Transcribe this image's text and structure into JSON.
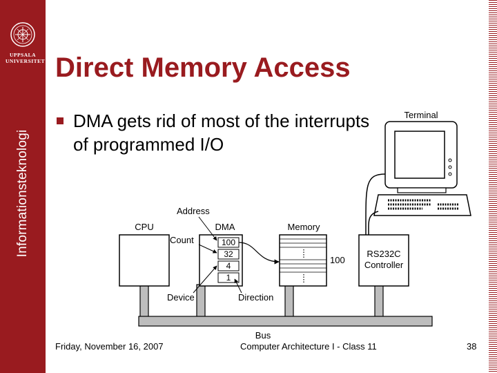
{
  "sidebar": {
    "logo_line1": "UPPSALA",
    "logo_line2": "UNIVERSITET",
    "department": "Informationsteknologi"
  },
  "slide": {
    "title": "Direct Memory Access",
    "bullets": [
      "DMA gets rid of most of the interrupts of programmed I/O"
    ]
  },
  "diagram": {
    "terminal_label": "Terminal",
    "cpu_label": "CPU",
    "dma_label": "DMA",
    "memory_label": "Memory",
    "address_label": "Address",
    "count_label": "Count",
    "device_label": "Device",
    "direction_label": "Direction",
    "bus_label": "Bus",
    "dma_registers": [
      "100",
      "32",
      "4",
      "1"
    ],
    "memory_value": "100",
    "controller_line1": "RS232C",
    "controller_line2": "Controller"
  },
  "footer": {
    "date": "Friday, November 16, 2007",
    "course": "Computer Architecture I - Class 11",
    "page": "38"
  },
  "colors": {
    "accent": "#991b1f",
    "bus_fill": "#bdbdbd"
  }
}
